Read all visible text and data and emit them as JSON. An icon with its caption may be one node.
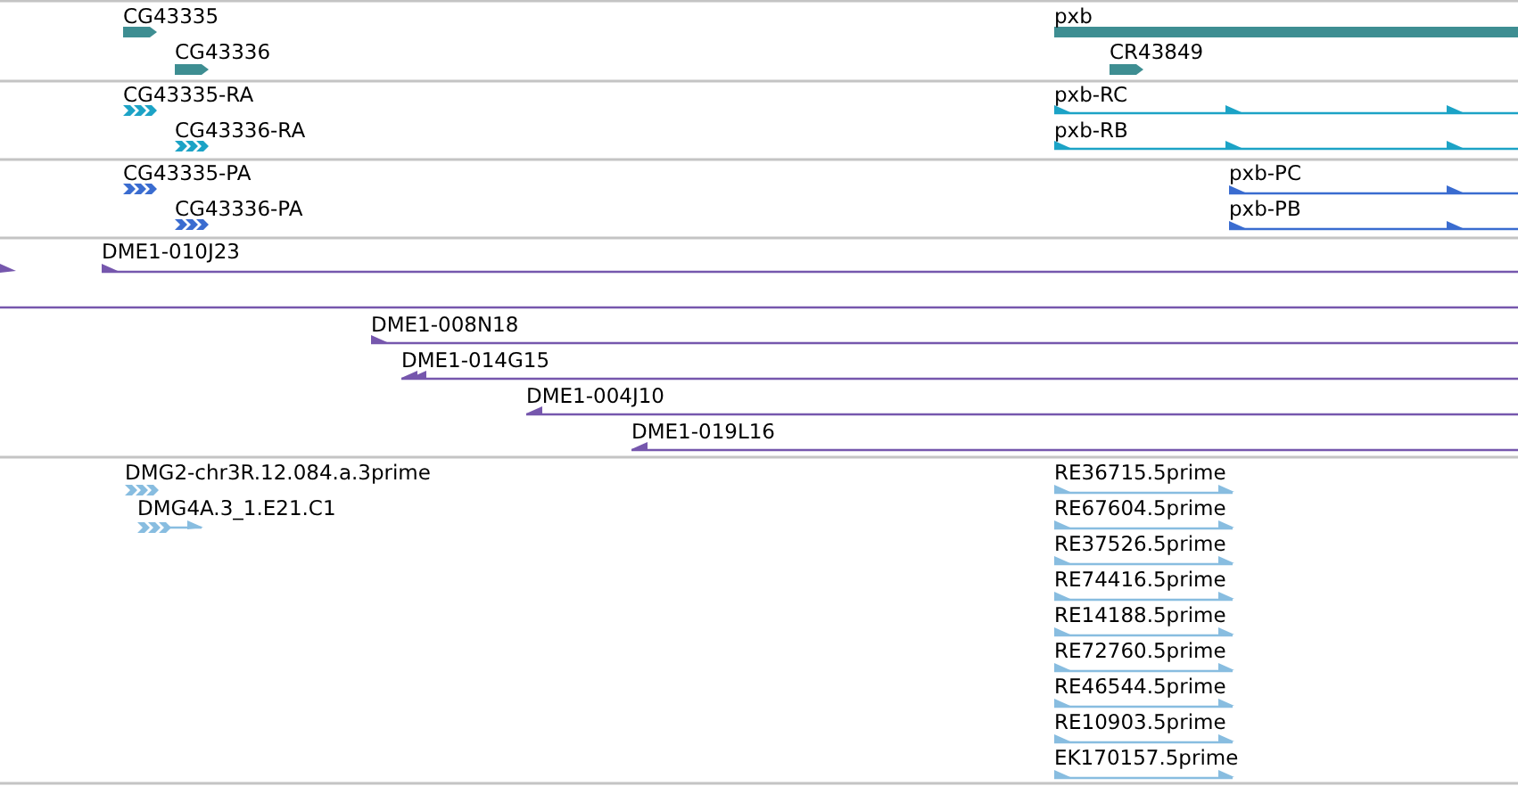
{
  "diagram": {
    "nodes": [
      {
        "text": [
          "CG43335"
        ]
      },
      {
        "text": [
          "CG43336"
        ]
      },
      {
        "text": [
          "pxb"
        ]
      },
      {
        "text": [
          "CR43849"
        ]
      },
      {
        "text": [
          "CG43335-RA"
        ]
      },
      {
        "text": [
          "CG43336-RA"
        ]
      },
      {
        "text": [
          "pxb-RC"
        ]
      },
      {
        "text": [
          "pxb-RB"
        ]
      },
      {
        "text": [
          "CG43335-PA"
        ]
      },
      {
        "text": [
          "CG43336-PA"
        ]
      },
      {
        "text": [
          "pxb-PC"
        ]
      },
      {
        "text": [
          "pxb-PB"
        ]
      },
      {
        "text": [
          "DME1-010J23"
        ]
      },
      {
        "text": [
          "DME1-008N18"
        ]
      },
      {
        "text": [
          "DME1-014G15"
        ]
      },
      {
        "text": [
          "DME1-004J10"
        ]
      },
      {
        "text": [
          "DME1-019L16"
        ]
      },
      {
        "text": [
          "DMG2-chr3R.12.084.a.3prime"
        ]
      },
      {
        "text": [
          "DMG4A.3_1.E21.C1"
        ]
      },
      {
        "text": [
          "RE36715.5prime"
        ]
      },
      {
        "text": [
          "RE67604.5prime"
        ]
      },
      {
        "text": [
          "RE37526.5prime"
        ]
      },
      {
        "text": [
          "RE74416.5prime"
        ]
      },
      {
        "text": [
          "RE14188.5prime"
        ]
      },
      {
        "text": [
          "RE72760.5prime"
        ]
      },
      {
        "text": [
          "RE46544.5prime"
        ]
      },
      {
        "text": [
          "RE10903.5prime"
        ]
      },
      {
        "text": [
          "EK170157.5prime"
        ]
      }
    ]
  }
}
